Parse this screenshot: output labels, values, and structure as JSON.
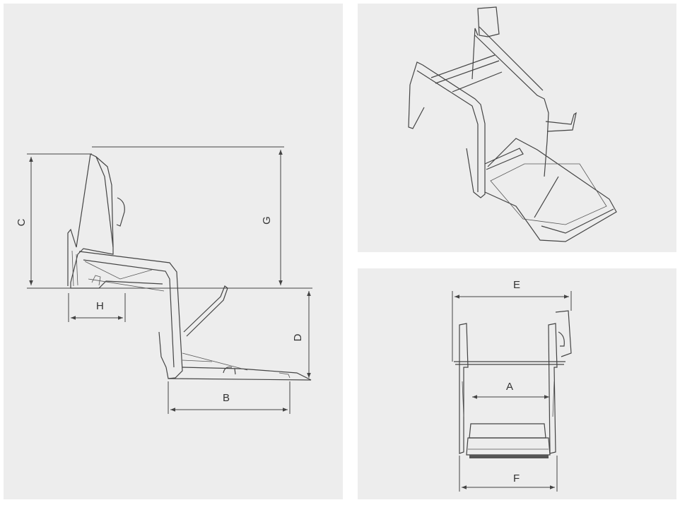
{
  "side_view": {
    "labels": {
      "C": "C",
      "G": "G",
      "H": "H",
      "D": "D",
      "B": "B"
    }
  },
  "isometric_view": {},
  "front_view": {
    "labels": {
      "E": "E",
      "A": "A",
      "F": "F"
    }
  },
  "colors": {
    "panel_background": "#ededed",
    "line": "#444444"
  }
}
